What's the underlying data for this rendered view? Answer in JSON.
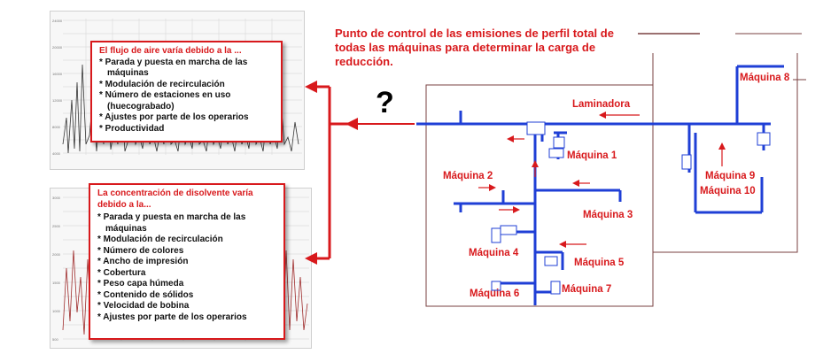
{
  "airflow_note": {
    "title": "El flujo de aire varía debido a la ...",
    "items": [
      "* Parada y puesta en marcha de las máquinas",
      "* Modulación de recirculación",
      "* Número de estaciones en uso (huecograbado)",
      "* Ajustes por parte de los operarios",
      "* Productividad"
    ]
  },
  "solvent_note": {
    "title": "La concentración de disolvente varía debido a la...",
    "items": [
      "* Parada y puesta en marcha de las máquinas",
      "* Modulación de recirculación",
      "* Número de colores",
      "* Ancho de impresión",
      "* Cobertura",
      "* Peso capa húmeda",
      "* Contenido de sólidos",
      "* Velocidad de bobina",
      "* Ajustes por parte de los operarios"
    ]
  },
  "control_point_text": "Punto de control de las emisiones de perfil total de todas las máquinas para determinar la carga de reducción.",
  "question_mark": "?",
  "machines": {
    "laminadora": "Laminadora",
    "m1": "Máquina 1",
    "m2": "Máquina 2",
    "m3": "Máquina 3",
    "m4": "Máquina 4",
    "m5": "Máquina 5",
    "m6": "Máquina 6",
    "m7": "Máquina 7",
    "m8": "Máquina 8",
    "m9": "Máquina 9",
    "m10": "Máquina 10"
  },
  "colors": {
    "accent_red": "#d8191c",
    "duct_blue": "#1f3fd6",
    "chart_line_dark": "#333333",
    "chart_line_red": "#9e2a2a"
  }
}
